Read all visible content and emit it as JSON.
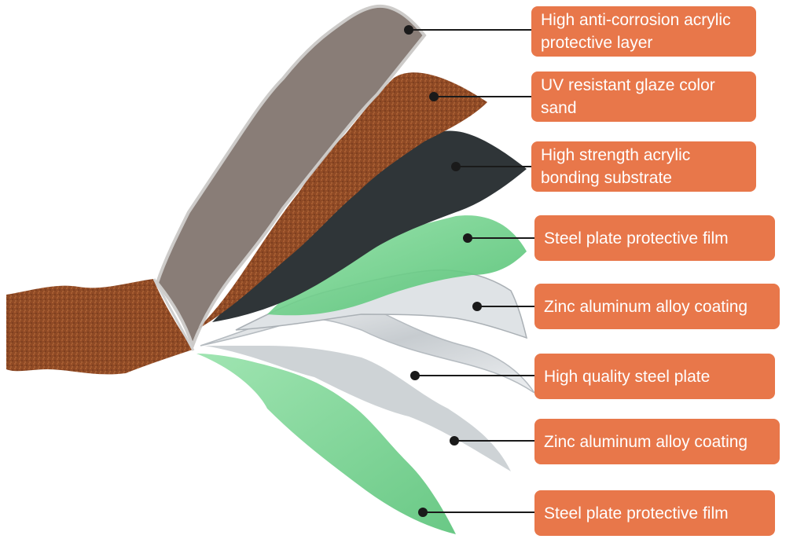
{
  "colors": {
    "label_bg": "#e8774a",
    "label_text": "#ffffff",
    "leader_line": "#1a1a1a",
    "acrylic_layer": "#7d7069",
    "glaze_sand": "#8f4a25",
    "bonding_substrate": "#2f3538",
    "protective_film": "#6fd08a",
    "zinc_aluminum": "#d9dde0",
    "steel_plate": "#eef0f2"
  },
  "layers": [
    {
      "label": "High anti-corrosion acrylic protective layer"
    },
    {
      "label": "UV resistant glaze color sand"
    },
    {
      "label": "High strength acrylic bonding substrate"
    },
    {
      "label": "Steel plate protective film"
    },
    {
      "label": "Zinc aluminum alloy coating"
    },
    {
      "label": "High quality steel plate"
    },
    {
      "label": "Zinc aluminum alloy coating"
    },
    {
      "label": "Steel plate protective film"
    }
  ]
}
